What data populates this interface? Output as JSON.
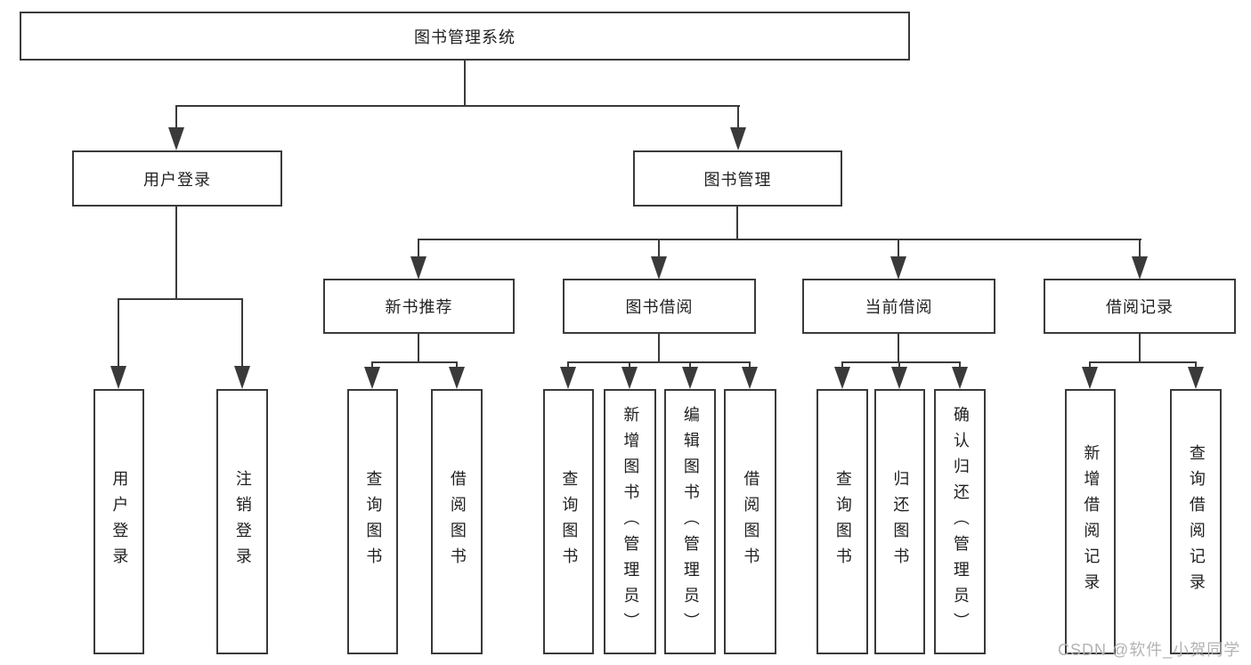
{
  "diagram": {
    "root": {
      "label": "图书管理系统"
    },
    "branches": [
      {
        "label": "用户登录",
        "children": [
          "用户登录",
          "注销登录"
        ]
      },
      {
        "label": "图书管理",
        "groups": [
          {
            "label": "新书推荐",
            "children": [
              "查询图书",
              "借阅图书"
            ]
          },
          {
            "label": "图书借阅",
            "children": [
              "查询图书",
              "新增图书（管理员）",
              "编辑图书（管理员）",
              "借阅图书"
            ]
          },
          {
            "label": "当前借阅",
            "children": [
              "查询图书",
              "归还图书",
              "确认归还（管理员）"
            ]
          },
          {
            "label": "借阅记录",
            "children": [
              "新增借阅记录",
              "查询借阅记录"
            ]
          }
        ]
      }
    ]
  },
  "watermark": {
    "text": "CSDN @软件_小贺同学"
  },
  "colors": {
    "line": "#3a3a3a",
    "text": "#1f1f1f",
    "watermark": "#b3b3b3"
  }
}
